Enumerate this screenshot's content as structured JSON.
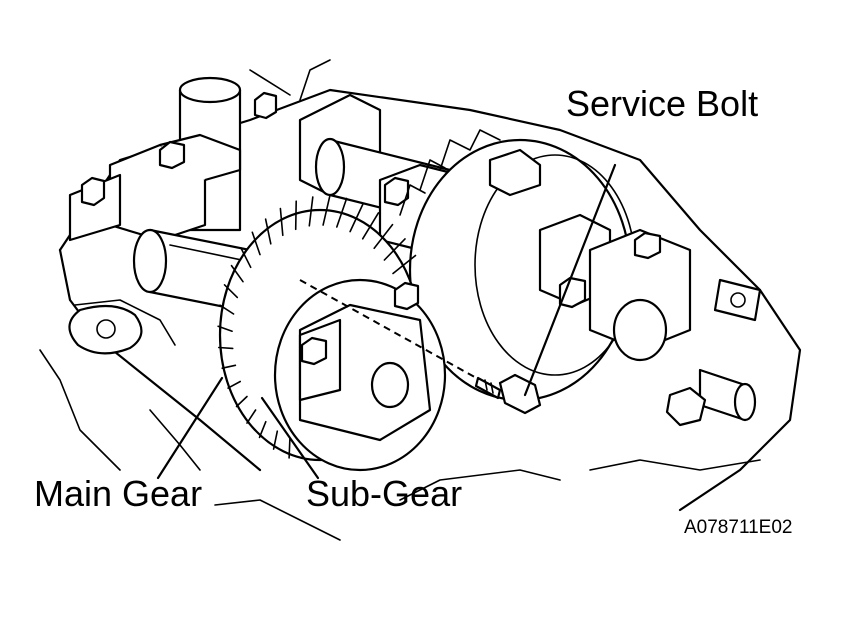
{
  "diagram": {
    "labels": {
      "service_bolt": "Service Bolt",
      "main_gear": "Main Gear",
      "sub_gear": "Sub-Gear"
    },
    "figure_code": "A078711E02"
  }
}
